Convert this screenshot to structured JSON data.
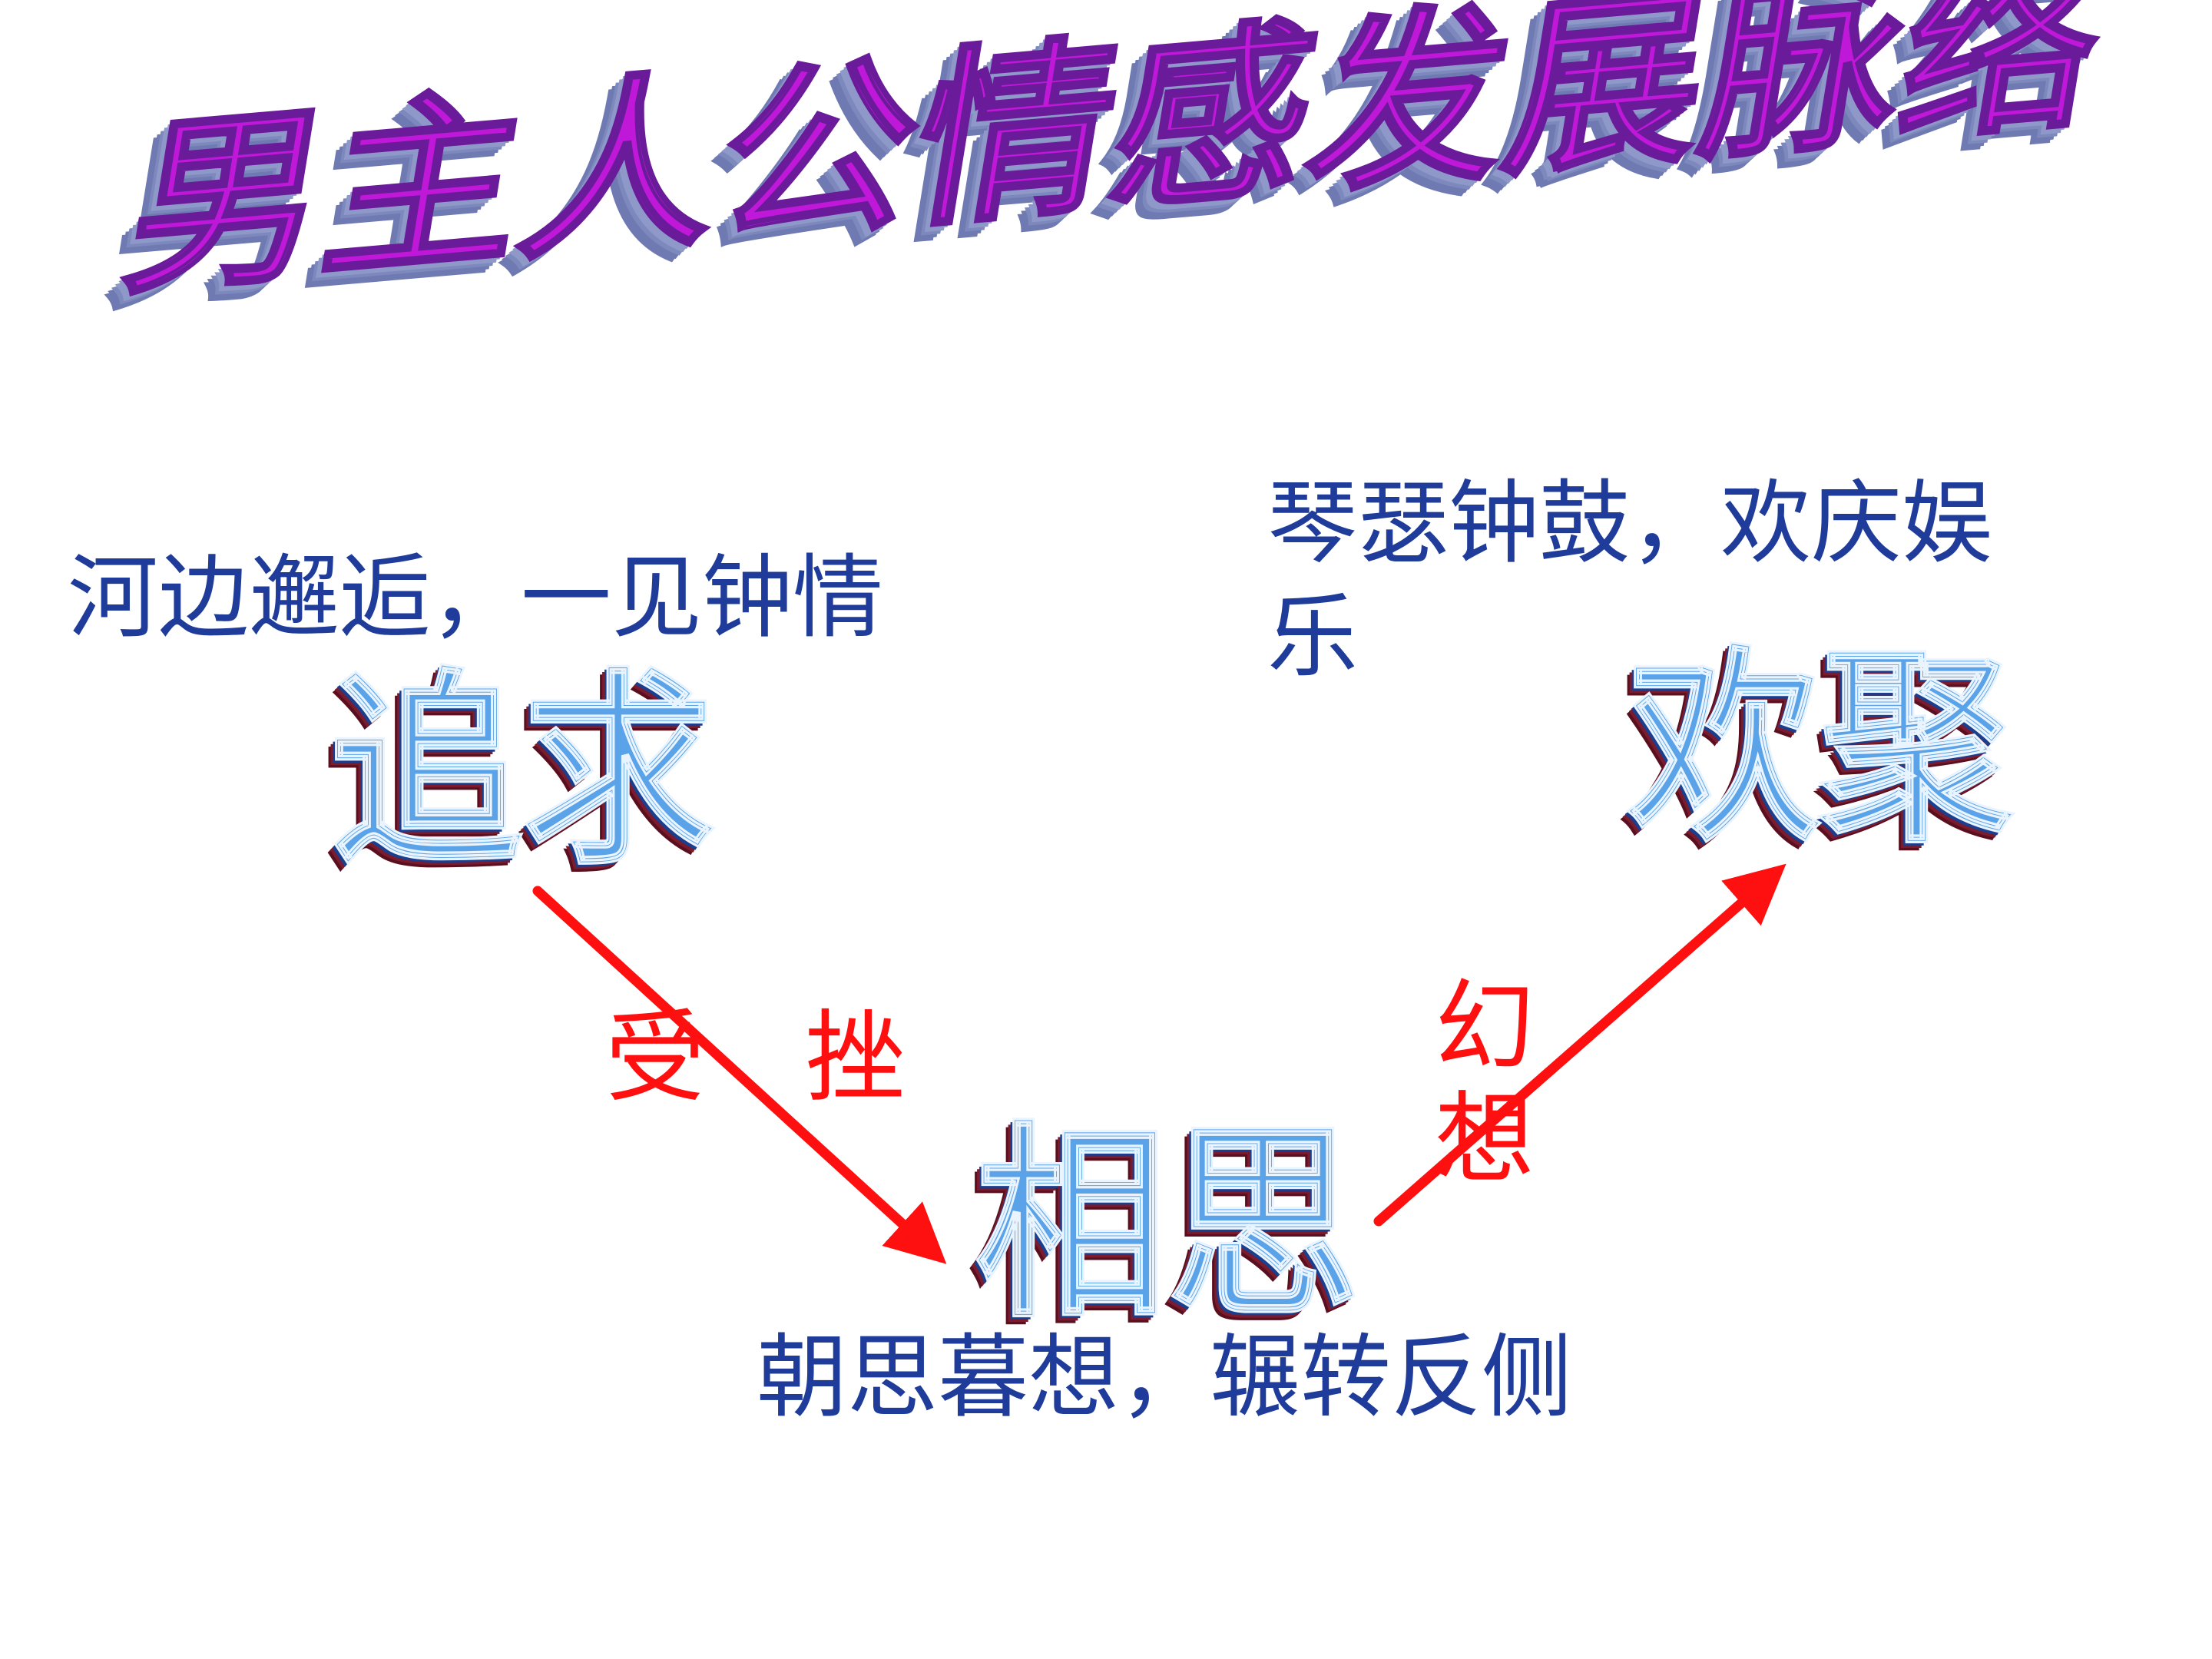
{
  "title": "男主人公情感发展脉络",
  "captions": {
    "meet": "河边邂逅，一见钟情",
    "joy": "琴瑟钟鼓，欢庆娱乐",
    "miss": "朝思暮想，辗转反侧"
  },
  "stages": {
    "pursue": "追求",
    "longing": "相思",
    "reunion": "欢聚"
  },
  "transitions": {
    "setback": "受挫",
    "fantasy": "幻想"
  },
  "colors": {
    "title": "#c018d8",
    "caption": "#1f3c9a",
    "stage": "#5aa3e8",
    "arrow": "#ff1010"
  }
}
